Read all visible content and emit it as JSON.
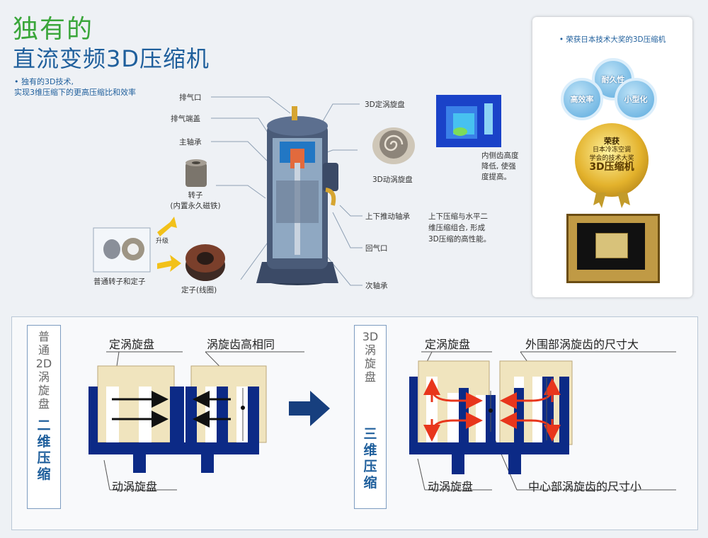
{
  "header": {
    "title_line1": "独有的",
    "title_line2": "直流变频3D压缩机",
    "intro_line1": "• 独有的3D技术,",
    "intro_line2": "  实现3维压缩下的更高压缩比和效率"
  },
  "compressor_labels": {
    "exhaust_port": "排气口",
    "exhaust_cover": "排气端盖",
    "main_bearing": "主轴承",
    "rotor": "转子",
    "rotor_note": "(内置永久磁铁)",
    "stator": "定子(线圈)",
    "normal_rotor_stator": "普通转子和定子",
    "upgrade": "升级",
    "fixed_scroll_3d": "3D定涡旋盘",
    "orbiting_scroll_3d": "3D动涡旋盘",
    "updown_thrust_bearing": "上下推动轴承",
    "return_port": "回气口",
    "secondary_bearing": "次轴承",
    "height_note_1": "内侧齿高度",
    "height_note_2": "降低, 使强",
    "height_note_3": "度提高。",
    "compression_note_1": "上下压缩与水平二",
    "compression_note_2": "维压缩组合, 形成",
    "compression_note_3": "3D压缩的高性能。"
  },
  "awards": {
    "title": "• 荣获日本技术大奖的3D压缩机",
    "bubble_top": "耐久性",
    "bubble_left": "高效率",
    "bubble_right": "小型化",
    "medal_line1": "荣获",
    "medal_line2": "日本冷冻空调",
    "medal_line3": "学会的技术大奖",
    "medal_big": "3D压缩机"
  },
  "diagram": {
    "left_vertical_top": [
      "普",
      "通",
      "2D",
      "涡",
      "旋",
      "盘"
    ],
    "left_vertical_bottom": [
      "二",
      "维",
      "压",
      "缩"
    ],
    "right_vertical_top": [
      "3D",
      "涡",
      "旋",
      "盘"
    ],
    "right_vertical_bottom": [
      "三",
      "维",
      "压",
      "缩"
    ],
    "left_fixed_scroll": "定涡旋盘",
    "left_same_height": "涡旋齿高相同",
    "left_orbiting_scroll": "动涡旋盘",
    "right_fixed_scroll": "定涡旋盘",
    "right_outer_large": "外围部涡旋齿的尺寸大",
    "right_orbiting_scroll": "动涡旋盘",
    "right_center_small": "中心部涡旋齿的尺寸小"
  },
  "colors": {
    "title_green": "#3aa63a",
    "title_blue": "#1f5f9c",
    "scroll_navy": "#0c2a86",
    "scroll_beige": "#f0e4be",
    "flow_red": "#e8361c",
    "arrow_navy": "#173f7e"
  }
}
